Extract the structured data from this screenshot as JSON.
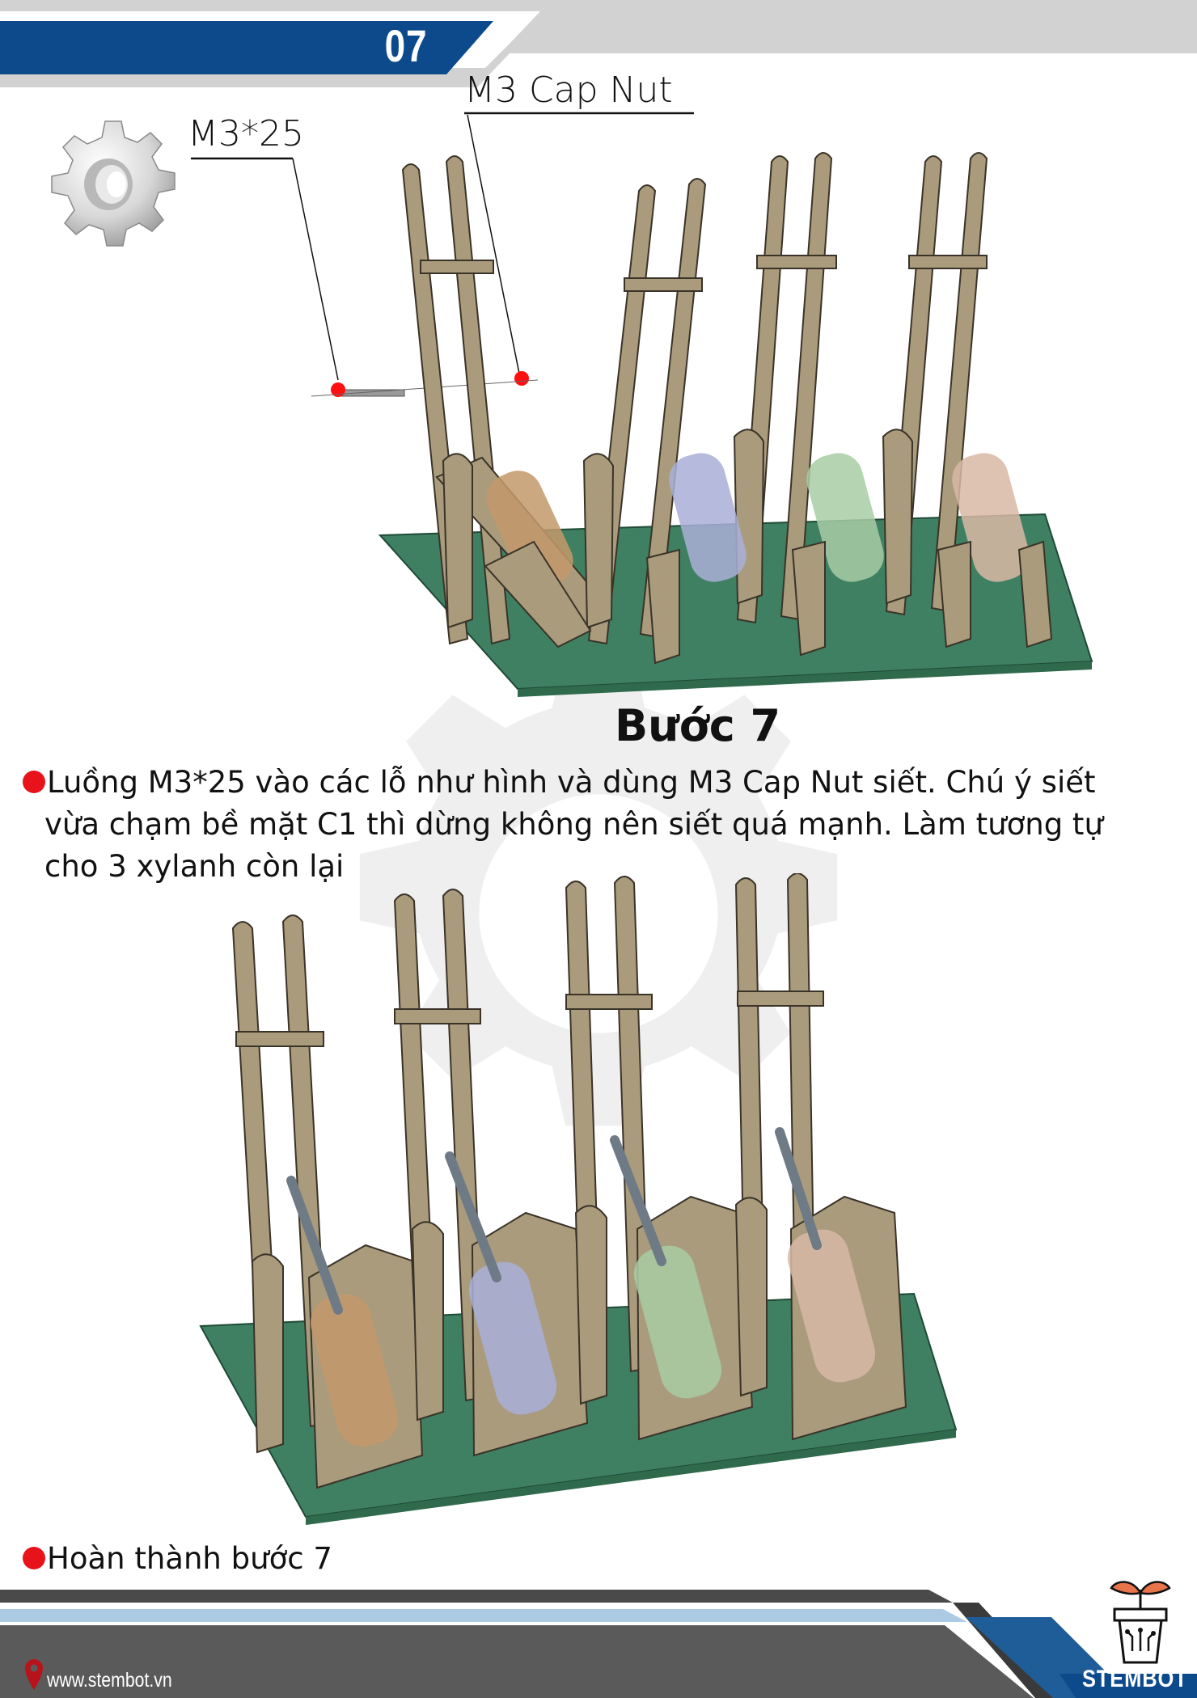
{
  "header": {
    "page_number": "07",
    "colors": {
      "primary_blue": "#0d4a8b",
      "grey": "#cfcfcf"
    }
  },
  "parts": {
    "screw_label": "M3*25",
    "nut_label": "M3 Cap Nut",
    "icon": "gear-icon"
  },
  "step": {
    "title": "Bước 7",
    "instruction_line1": "Luồng M3*25 vào các lỗ như hình và dùng  M3 Cap Nut siết. Chú ý siết",
    "instruction_line2": "vừa chạm bề mặt C1 thì dừng không nên siết quá mạnh. Làm tương tự",
    "instruction_line3": "cho 3 xylanh còn lại",
    "complete": "Hoàn thành bước 7",
    "bullet_color": "#e8121b"
  },
  "footer": {
    "website": "www.stembot.vn",
    "brand": "STEMBOT",
    "icons": [
      "location-pin-icon",
      "plant-robot-logo-icon"
    ]
  }
}
